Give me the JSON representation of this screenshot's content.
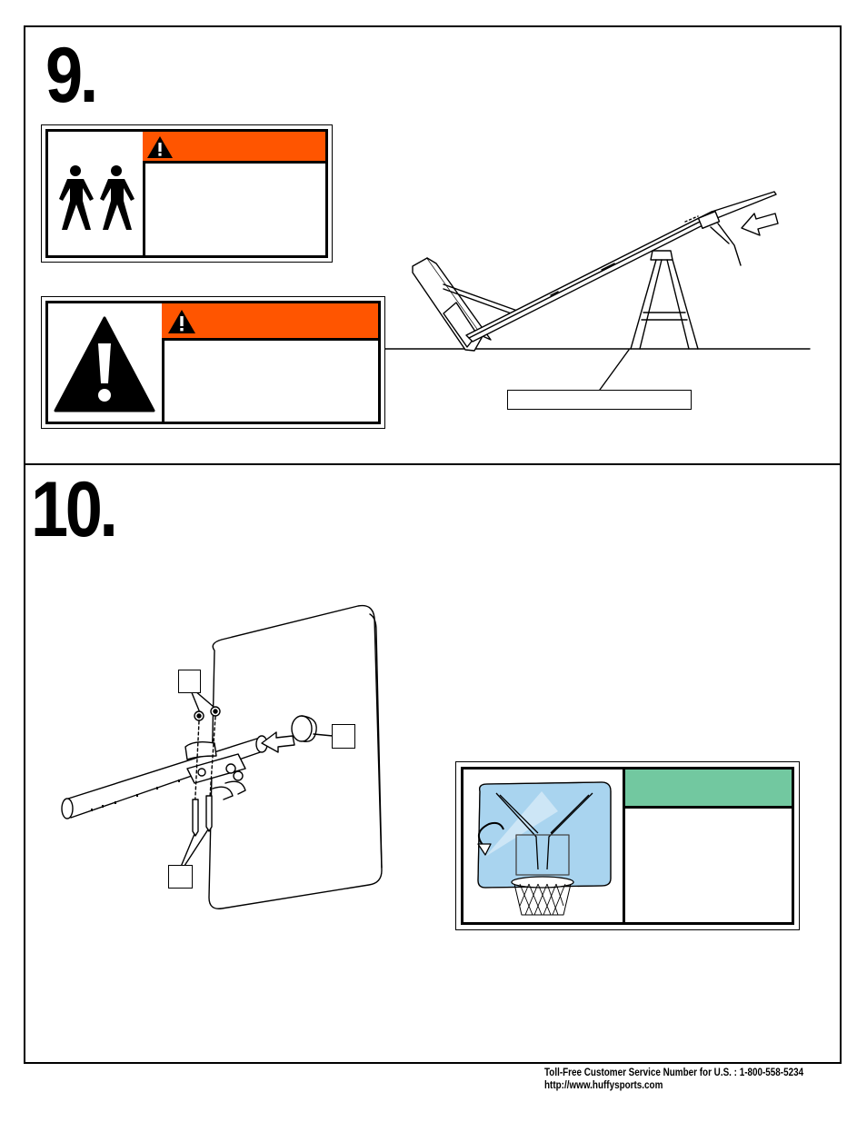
{
  "steps": [
    {
      "number": "9."
    },
    {
      "number": "10."
    }
  ],
  "warnings": [
    {
      "header": "",
      "icon": "two-people-icon",
      "body": ""
    },
    {
      "header": "",
      "icon": "exclamation-triangle-icon",
      "body": ""
    }
  ],
  "note": {
    "header": "",
    "body": ""
  },
  "step9_callout": "",
  "step10_part_labels": [
    "",
    "",
    ""
  ],
  "colors": {
    "warning": "#ff5500",
    "note": "#72c8a0",
    "backboard_tint": "#a9d4ef"
  },
  "footer": {
    "phone_line": "Toll-Free Customer Service Number for U.S. : 1-800-558-5234",
    "url": "http://www.huffysports.com"
  }
}
